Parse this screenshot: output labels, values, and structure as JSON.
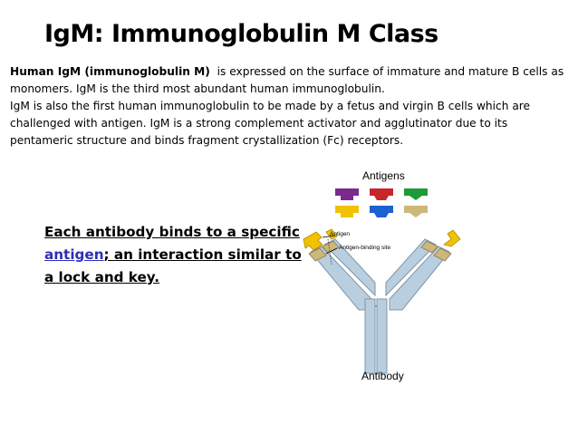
{
  "slide": {
    "title": "IgM: Immunoglobulin M Class"
  },
  "body": {
    "lead_bold": "Human IgM (immunoglobulin M)",
    "lead_rest": "is expressed on the surface of immature and mature B cells as monomers. IgM is the third most abundant human immunoglobulin.",
    "paragraph2": "IgM is also the first human immunoglobulin to be made by a fetus and virgin B cells which are challenged with antigen. IgM is a strong complement activator and agglutinator due to its pentameric structure and binds fragment crystallization (Fc) receptors."
  },
  "callout": {
    "part1": "Each antibody binds to a specific ",
    "antigen_word": "antigen",
    "part2": "; an interaction similar to a lock and key."
  },
  "figure": {
    "antigens_label": "Antigens",
    "antigen_label": "Antigen",
    "binding_site_label": "Antigen-binding site",
    "antibody_label": "Antibody",
    "colors": {
      "purple": "#7b2a8c",
      "red": "#c8262a",
      "green": "#1f9a3a",
      "yellow": "#f2c200",
      "blue": "#1e5fd1",
      "tan": "#cdb77a",
      "antibody": "#b9cfdf",
      "antibody_edge": "#7d97ab",
      "accent": "#2e2eb8"
    }
  }
}
